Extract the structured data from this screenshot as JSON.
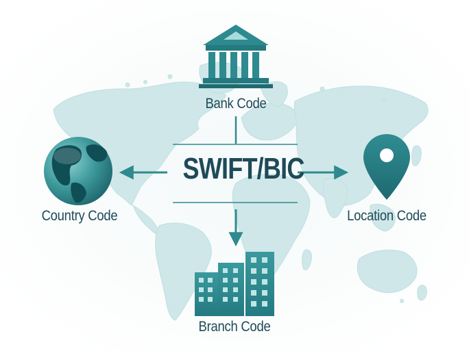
{
  "center": {
    "title": "SWIFT/BIC"
  },
  "nodes": {
    "bank": {
      "label": "Bank Code",
      "icon": "bank-building-icon"
    },
    "country": {
      "label": "Country Code",
      "icon": "globe-icon"
    },
    "location": {
      "label": "Location Code",
      "icon": "map-pin-icon"
    },
    "branch": {
      "label": "Branch Code",
      "icon": "office-buildings-icon"
    }
  },
  "colors": {
    "primary": "#2e8a8f",
    "dark_text": "#1f4a58",
    "map": "#cfe7e8",
    "map_light": "#e4f2f2",
    "background": "#ffffff"
  }
}
